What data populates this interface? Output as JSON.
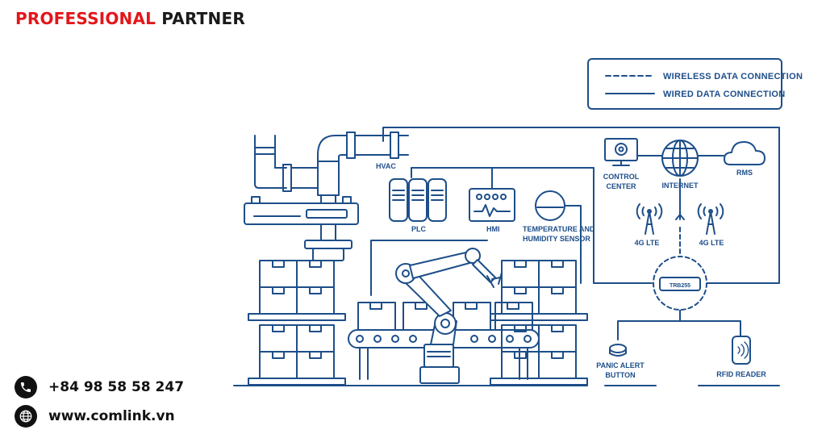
{
  "brand": {
    "highlight": "PROFESSIONAL",
    "rest": "PARTNER"
  },
  "contact": {
    "phone": "+84 98 58 58 247",
    "website": "www.comlink.vn",
    "phone_icon": "phone-icon",
    "web_icon": "globe-icon"
  },
  "legend": {
    "wireless": "WIRELESS DATA CONNECTION",
    "wired": "WIRED DATA CONNECTION"
  },
  "labels": {
    "hvac": "HVAC",
    "plc": "PLC",
    "hmi": "HMI",
    "temp_line1": "TEMPERATURE AND",
    "temp_line2": "HUMIDITY SENSOR",
    "control_line1": "CONTROL",
    "control_line2": "CENTER",
    "internet": "INTERNET",
    "rms": "RMS",
    "lte_left": "4G LTE",
    "lte_right": "4G LTE",
    "router": "TRB255",
    "panic_line1": "PANIC ALERT",
    "panic_line2": "BUTTON",
    "rfid": "RFID READER"
  },
  "colors": {
    "line": "#1d4e89",
    "brand_red": "#e3161b",
    "text_dark": "#1a1a1a"
  }
}
